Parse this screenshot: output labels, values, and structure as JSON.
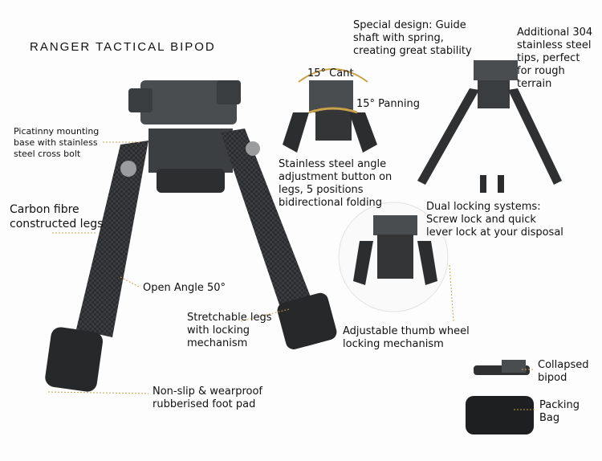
{
  "title": "RANGER TACTICAL BIPOD",
  "labels": {
    "picatinny": [
      "Picatinny mounting",
      "base with stainless",
      "steel cross bolt"
    ],
    "carbon": [
      "Carbon fibre",
      "constructed legs"
    ],
    "open_angle": "Open Angle 50°",
    "stretchable": [
      "Stretchable legs",
      "with locking",
      "mechanism"
    ],
    "nonslip": [
      "Non-slip & wearproof",
      "rubberised foot pad"
    ],
    "special": [
      "Special design: Guide",
      "shaft with spring,",
      "creating great stability"
    ],
    "additional": [
      "Additional 304",
      "stainless steel",
      "tips, perfect",
      "for rough",
      "terrain"
    ],
    "cant": "15° Cant",
    "panning": "15° Panning",
    "angle_button": [
      "Stainless steel angle",
      "adjustment button on",
      "legs, 5 positions",
      "bidirectional folding"
    ],
    "dual_lock": [
      "Dual locking systems:",
      "Screw lock and quick",
      "lever lock at your disposal"
    ],
    "thumb_wheel": [
      "Adjustable thumb wheel",
      "locking mechanism"
    ],
    "collapsed": [
      "Collapsed",
      "bipod"
    ],
    "bag": [
      "Packing",
      "Bag"
    ]
  },
  "colors": {
    "metal": "#3a3d40",
    "carbon": "#2b2d2f",
    "accent": "#c9a24a"
  }
}
